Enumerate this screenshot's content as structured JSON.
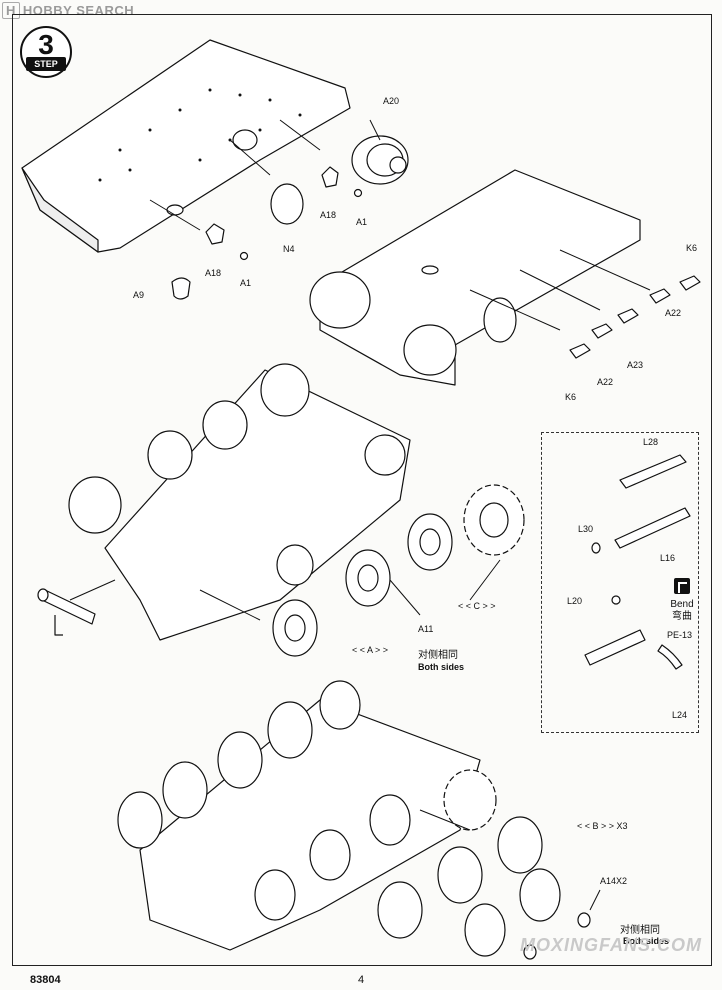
{
  "watermark_top": {
    "logo": "H",
    "text": "HOBBY SEARCH"
  },
  "step": {
    "number": "3",
    "label": "STEP"
  },
  "parts": {
    "A20": "A20",
    "A18_a": "A18",
    "A1_a": "A1",
    "N4": "N4",
    "A18_b": "A18",
    "A1_b": "A1",
    "A9": "A9",
    "K6_a": "K6",
    "A22_a": "A22",
    "A23": "A23",
    "A22_b": "A22",
    "K6_b": "K6",
    "L28": "L28",
    "L30": "L30",
    "L16": "L16",
    "L20": "L20",
    "PE13": "PE-13",
    "L24": "L24",
    "A11": "A11",
    "A14": "A14X2"
  },
  "callouts": {
    "c_ref": "< < C > >",
    "a_ref": "< < A > >",
    "b_ref": "< < B > > X3"
  },
  "notes": {
    "both_sides_cn": "对侧相同",
    "both_sides_en": "Both sides",
    "both_sides_cn_2": "对侧相同",
    "both_sides_en_2": "Both sides"
  },
  "bend": {
    "cn": "弯曲",
    "en": "Bend"
  },
  "footer": {
    "code": "83804",
    "page": "4"
  },
  "watermark_bottom": "MOXINGFANS.COM"
}
